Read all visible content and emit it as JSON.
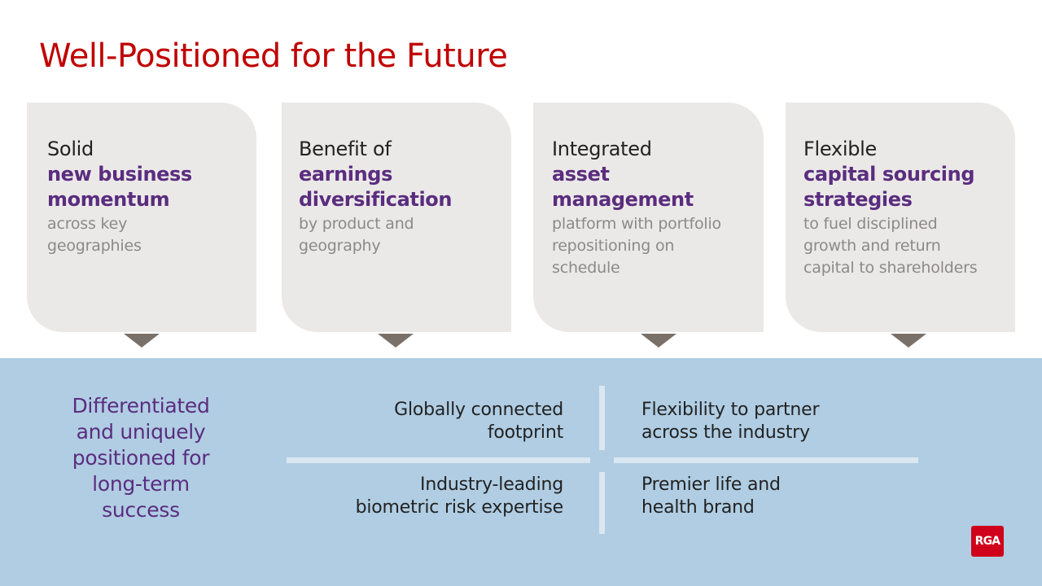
{
  "slide": {
    "title": "Well-Positioned for the Future"
  },
  "pillars": [
    {
      "lead": "Solid",
      "emphasis": [
        "new business",
        "momentum"
      ],
      "sub": [
        "across key",
        "geographies"
      ]
    },
    {
      "lead": "Benefit of",
      "emphasis": [
        "earnings",
        "diversification"
      ],
      "sub": [
        "by product and",
        "geography"
      ]
    },
    {
      "lead": "Integrated",
      "emphasis": [
        "asset",
        "management"
      ],
      "sub": [
        "platform with portfolio",
        "repositioning on",
        "schedule"
      ]
    },
    {
      "lead": "Flexible",
      "emphasis": [
        "capital sourcing",
        "strategies"
      ],
      "sub": [
        "to fuel disciplined",
        "growth and return",
        "capital to shareholders"
      ]
    }
  ],
  "summary": {
    "headline": [
      "Differentiated",
      "and uniquely",
      "positioned for",
      "long-term",
      "success"
    ],
    "quadrants": {
      "top_left": [
        "Globally connected",
        "footprint"
      ],
      "top_right": [
        "Flexibility to partner",
        "across the industry"
      ],
      "bottom_left": [
        "Industry-leading",
        "biometric risk expertise"
      ],
      "bottom_right": [
        "Premier life and",
        "health brand"
      ]
    }
  },
  "logo": {
    "text": "RGA"
  },
  "colors": {
    "title": "#c00000",
    "accent_purple": "#5a2d7f",
    "card_bg": "#ebe9e7",
    "band_bg": "#b0cde3",
    "pointer": "#7a706a",
    "logo_bg": "#d0021b"
  }
}
